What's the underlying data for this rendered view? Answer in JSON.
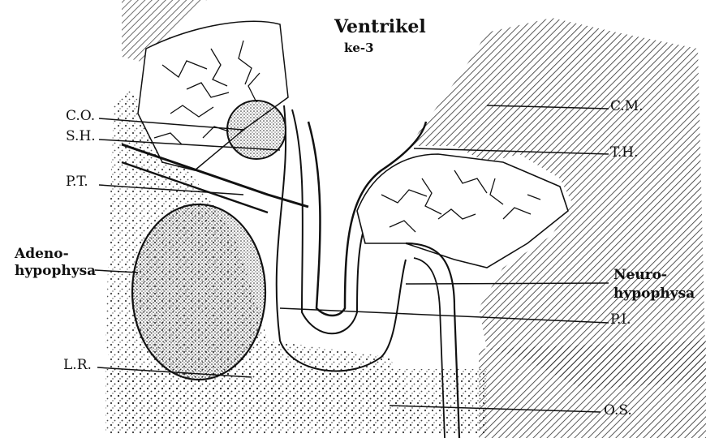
{
  "diagram": {
    "title": {
      "line1": "Ventrikel",
      "line2": "ke-3"
    },
    "labels_left": {
      "co": "C.O.",
      "sh": "S.H.",
      "pt": "P.T.",
      "adeno_1": "Adeno-",
      "adeno_2": "hypophysa",
      "lr": "L.R."
    },
    "labels_right": {
      "cm": "C.M.",
      "th": "T.H.",
      "neuro_1": "Neuro-",
      "neuro_2": "hypophysa",
      "pi": "P.I.",
      "os": "O.S."
    },
    "colors": {
      "ink": "#111111",
      "paper": "#ffffff"
    }
  }
}
